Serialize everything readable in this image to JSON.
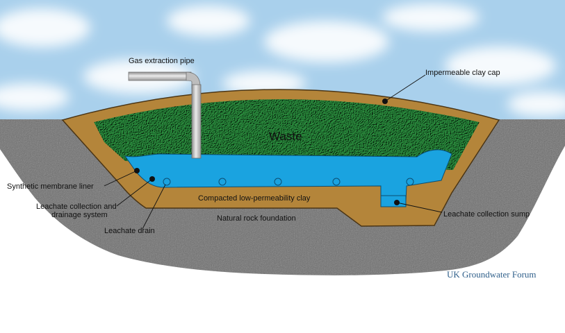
{
  "diagram": {
    "labels": {
      "gas_pipe": "Gas extraction pipe",
      "clay_cap": "Impermeable clay cap",
      "waste": "Waste",
      "synthetic_liner": "Synthetic membrane liner",
      "leachate_collection_1": "Leachate collection and",
      "leachate_collection_2": "drainage system",
      "leachate_drain": "Leachate drain",
      "compacted_clay": "Compacted low-permeability clay",
      "rock_foundation": "Natural rock foundation",
      "collection_sump": "Leachate collection sump"
    },
    "credit": "UK Groundwater Forum",
    "colors": {
      "sky": "#a9d0ec",
      "cloud": "#ffffff",
      "rock": "#6d6d6d",
      "clay": "#b4853a",
      "clay_edge": "#4b3515",
      "waste": "#2e9442",
      "leachate": "#1aa3e0",
      "pipe": "#c7c7c7",
      "credit": "#2f5f8a"
    }
  }
}
